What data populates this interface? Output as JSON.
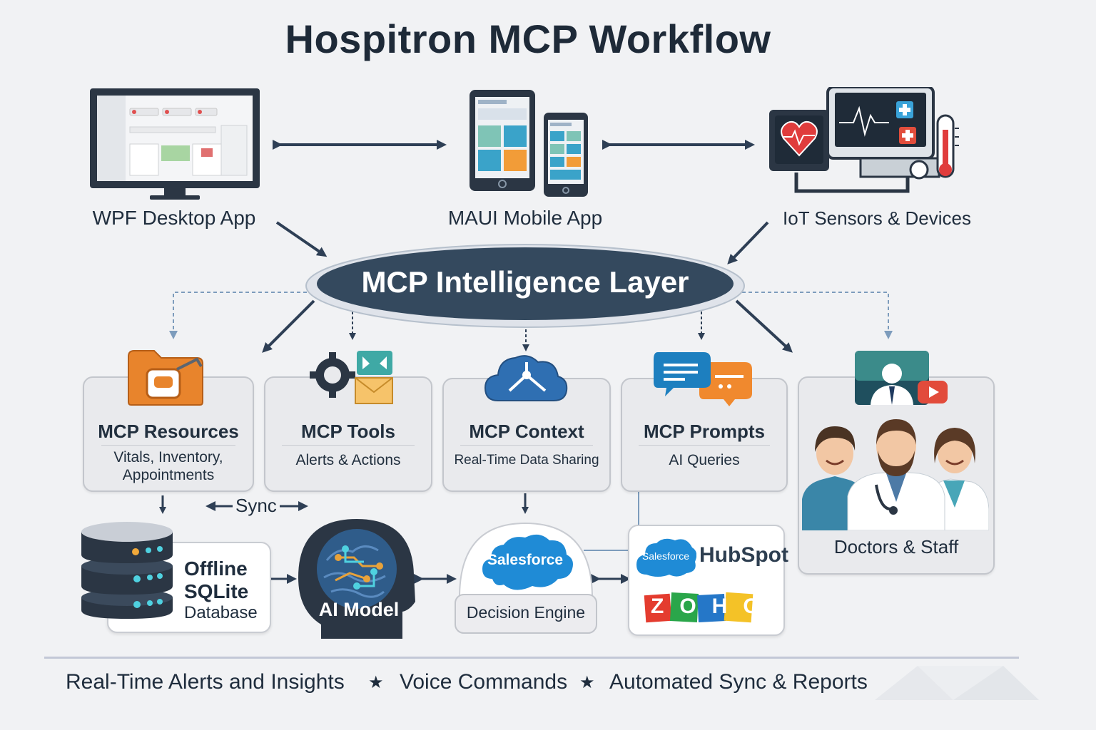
{
  "title": "Hospitron MCP Workflow",
  "clients": {
    "desktop": "WPF Desktop App",
    "mobile": "MAUI Mobile App",
    "iot": "IoT Sensors & Devices"
  },
  "hub": "MCP Intelligence Layer",
  "cards": [
    {
      "title": "MCP Resources",
      "sub_line1": "Vitals, Inventory,",
      "sub_line2": "Appointments",
      "icon": "folder-icon"
    },
    {
      "title": "MCP Tools",
      "sub_line1": "Alerts & Actions",
      "icon": "gear-mail-icon"
    },
    {
      "title": "MCP Context",
      "sub_line1": "Real-Time Data Sharing",
      "icon": "cloud-share-icon"
    },
    {
      "title": "MCP Prompts",
      "sub_line1": "AI Queries",
      "icon": "chat-bubbles-icon"
    }
  ],
  "staff": {
    "label": "Doctors & Staff",
    "icon": "doctors-icon"
  },
  "sync_label": "Sync",
  "database": {
    "line1": "Offline",
    "line2": "SQLite",
    "line3": "Database",
    "icon": "database-icon"
  },
  "ai_model": {
    "label": "AI Model",
    "icon": "brain-head-icon"
  },
  "decision": {
    "cloud_label": "Salesforce",
    "label": "Decision Engine"
  },
  "crm": {
    "salesforce": "Salesforce",
    "hubspot": "HubSpot",
    "zoho": "ZOHO"
  },
  "footer": [
    "Real-Time Alerts and Insights",
    "Voice Commands",
    "Automated Sync & Reports"
  ],
  "footer_separator": "★",
  "colors": {
    "navy": "#34495e",
    "accent_orange": "#e8842c",
    "accent_blue": "#1f7fc4"
  }
}
